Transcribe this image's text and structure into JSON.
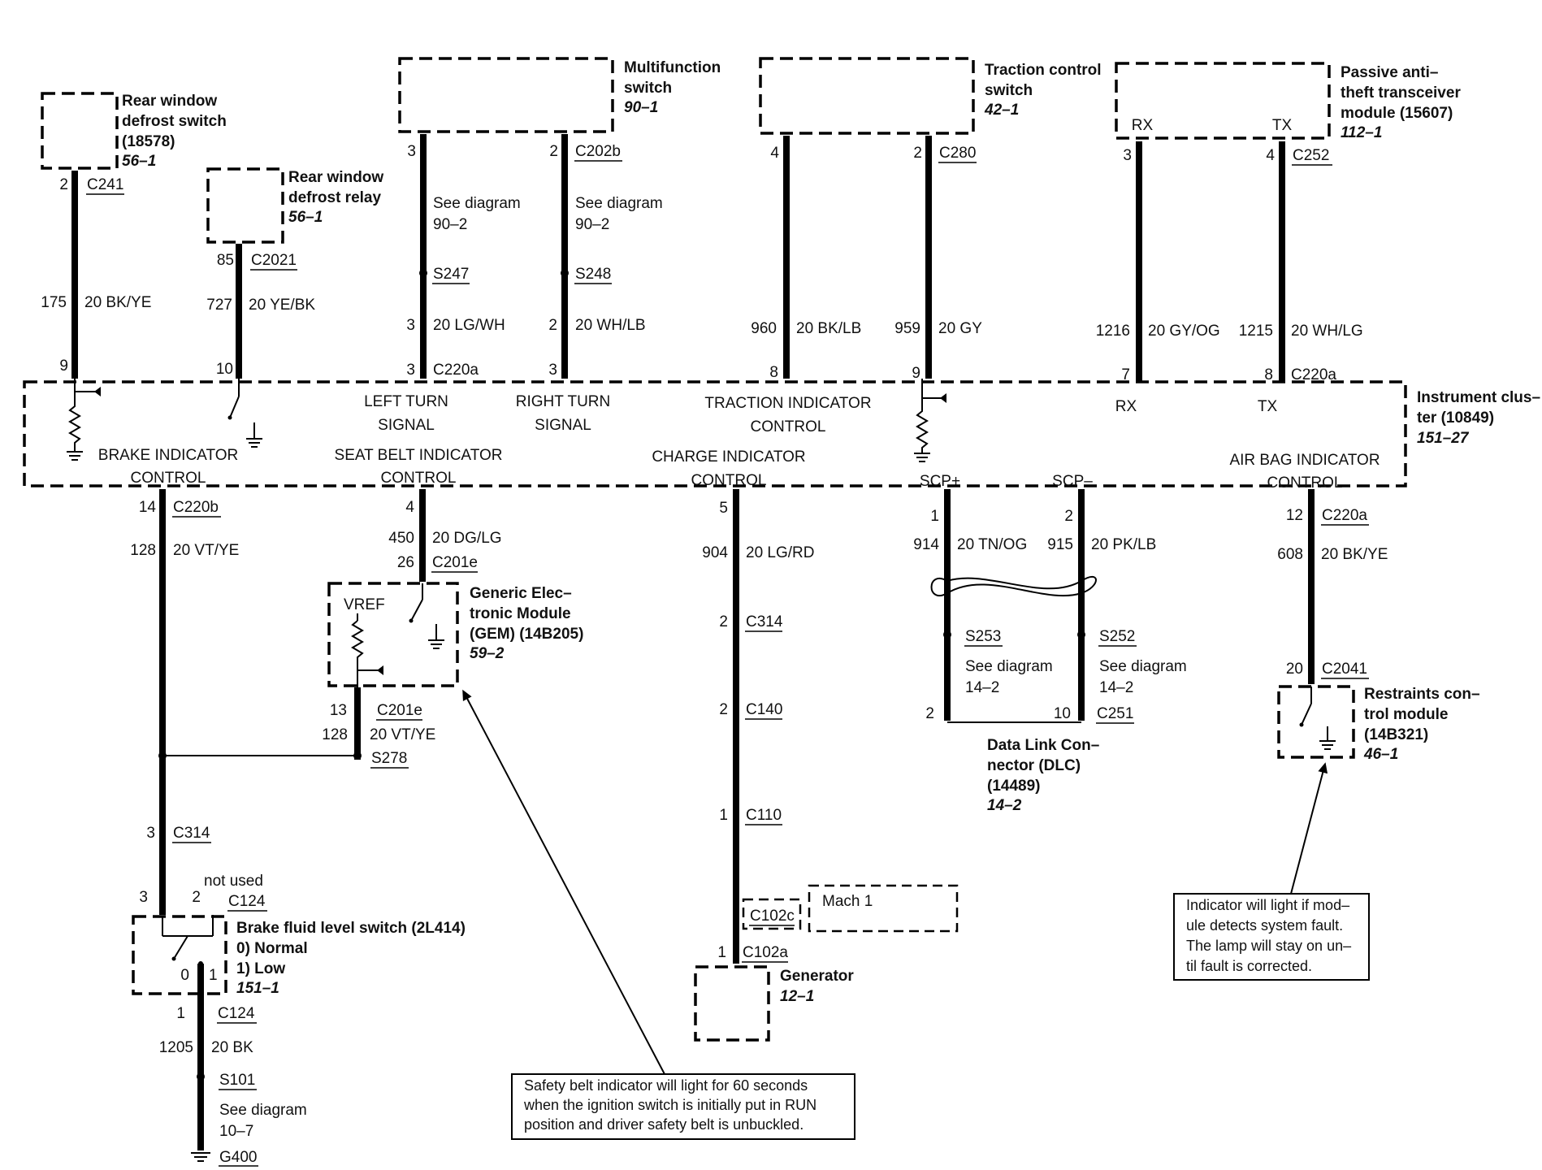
{
  "components": {
    "rear_defrost_switch": {
      "name_lines": [
        "Rear window",
        "defrost switch",
        "(18578)"
      ],
      "ref": "56–1"
    },
    "rear_defrost_relay": {
      "name_lines": [
        "Rear window",
        "defrost relay"
      ],
      "ref": "56–1"
    },
    "multifunction_switch": {
      "name_lines": [
        "Multifunction",
        "switch"
      ],
      "ref": "90–1"
    },
    "traction_control_switch": {
      "name_lines": [
        "Traction control",
        "switch"
      ],
      "ref": "42–1"
    },
    "pats_module": {
      "name_lines": [
        "Passive anti–",
        "theft transceiver",
        "module (15607)"
      ],
      "ref": "112–1",
      "rx": "RX",
      "tx": "TX"
    },
    "instrument_cluster": {
      "name_lines": [
        "Instrument clus–",
        "ter (10849)"
      ],
      "ref": "151–27"
    },
    "gem": {
      "name_lines": [
        "Generic Elec–",
        "tronic Module",
        "(GEM) (14B205)"
      ],
      "ref": "59–2",
      "vref": "VREF"
    },
    "dlc": {
      "name_lines": [
        "Data Link Con–",
        "nector (DLC)",
        "(14489)"
      ],
      "ref": "14–2"
    },
    "restraints_module": {
      "name_lines": [
        "Restraints con–",
        "trol module",
        "(14B321)"
      ],
      "ref": "46–1"
    },
    "brake_fluid_switch": {
      "name": "Brake fluid level switch (2L414)",
      "states": [
        "0)     Normal",
        "1)     Low"
      ],
      "ref": "151–1",
      "contact_0": "0",
      "contact_1": "1"
    },
    "generator": {
      "name": "Generator",
      "ref": "12–1"
    },
    "mach1": {
      "label": "Mach 1"
    }
  },
  "cluster_labels": {
    "left_turn": [
      "LEFT TURN",
      "SIGNAL"
    ],
    "right_turn": [
      "RIGHT TURN",
      "SIGNAL"
    ],
    "traction_indicator": [
      "TRACTION INDICATOR",
      "CONTROL"
    ],
    "brake_indicator": [
      "BRAKE INDICATOR",
      "CONTROL"
    ],
    "seat_belt_indicator": [
      "SEAT BELT INDICATOR",
      "CONTROL"
    ],
    "charge_indicator": [
      "CHARGE INDICATOR",
      "CONTROL"
    ],
    "air_bag_indicator": [
      "AIR BAG INDICATOR",
      "CONTROL"
    ],
    "scp_plus": "SCP+",
    "scp_minus": "SCP–",
    "rx": "RX",
    "tx": "TX"
  },
  "wires": {
    "w175": {
      "circuit": "175",
      "color": "20 BK/YE"
    },
    "w727": {
      "circuit": "727",
      "color": "20 YE/BK"
    },
    "w_lgwh": {
      "circuit": "3",
      "color": "20 LG/WH"
    },
    "w_whlb": {
      "circuit": "2",
      "color": "20 WH/LB"
    },
    "w960": {
      "circuit": "960",
      "color": "20 BK/LB"
    },
    "w959": {
      "circuit": "959",
      "color": "20 GY"
    },
    "w1216": {
      "circuit": "1216",
      "color": "20 GY/OG"
    },
    "w1215": {
      "circuit": "1215",
      "color": "20 WH/LG"
    },
    "w128a": {
      "circuit": "128",
      "color": "20 VT/YE"
    },
    "w450": {
      "circuit": "450",
      "color": "20 DG/LG"
    },
    "w904": {
      "circuit": "904",
      "color": "20 LG/RD"
    },
    "w914": {
      "circuit": "914",
      "color": "20 TN/OG"
    },
    "w915": {
      "circuit": "915",
      "color": "20 PK/LB"
    },
    "w608": {
      "circuit": "608",
      "color": "20 BK/YE"
    },
    "w128b": {
      "circuit": "128",
      "color": "20 VT/YE"
    },
    "w1205": {
      "circuit": "1205",
      "color": "20 BK"
    }
  },
  "connectors": {
    "C241": "C241",
    "C2021": "C2021",
    "C202b": "C202b",
    "C280": "C280",
    "C252": "C252",
    "C220a": "C220a",
    "C220b": "C220b",
    "C201e": "C201e",
    "C314": "C314",
    "C140": "C140",
    "C110": "C110",
    "C102c": "C102c",
    "C102a": "C102a",
    "C124": "C124",
    "C251": "C251",
    "C2041": "C2041"
  },
  "splices": {
    "S247": "S247",
    "S248": "S248",
    "S253": "S253",
    "S252": "S252",
    "S278": "S278",
    "S101": "S101",
    "G400": "G400"
  },
  "pins": {
    "p2_c241": "2",
    "p9": "9",
    "p85": "85",
    "p10": "10",
    "p3_mfs": "3",
    "p3_c220a": "3",
    "p2_mfs": "2",
    "p3_rt": "3",
    "p4_tcs": "4",
    "p8": "8",
    "p2_tcs": "2",
    "p9_tcs": "9",
    "p3_pats": "3",
    "p7": "7",
    "p4_pats": "4",
    "p8_pats": "8",
    "p14": "14",
    "p4_gem": "4",
    "p26": "26",
    "p13": "13",
    "p5": "5",
    "p2_c314": "2",
    "p2_c140": "2",
    "p1_c110": "1",
    "p1_c102a": "1",
    "p1_dlc": "1",
    "p2_dlc": "2",
    "p2_dlc_b": "2",
    "p10_dlc": "10",
    "p12": "12",
    "p20": "20",
    "p3_c314": "3",
    "p3_bfs": "3",
    "p2_bfs": "2",
    "p1_bfs": "1"
  },
  "see_diagram": {
    "s247": [
      "See diagram",
      "90–2"
    ],
    "s248": [
      "See diagram",
      "90–2"
    ],
    "s253": [
      "See diagram",
      "14–2"
    ],
    "s252": [
      "See diagram",
      "14–2"
    ],
    "s101": [
      "See diagram",
      "10–7"
    ]
  },
  "misc": {
    "not_used": "not used"
  },
  "notes": {
    "seatbelt": [
      "Safety belt indicator will light for 60 seconds",
      "when the ignition switch is initially put in RUN",
      "position and driver safety belt is unbuckled."
    ],
    "airbag": [
      "Indicator will light if mod–",
      "ule detects system fault.",
      "The lamp will stay on un–",
      "til fault is corrected."
    ]
  }
}
